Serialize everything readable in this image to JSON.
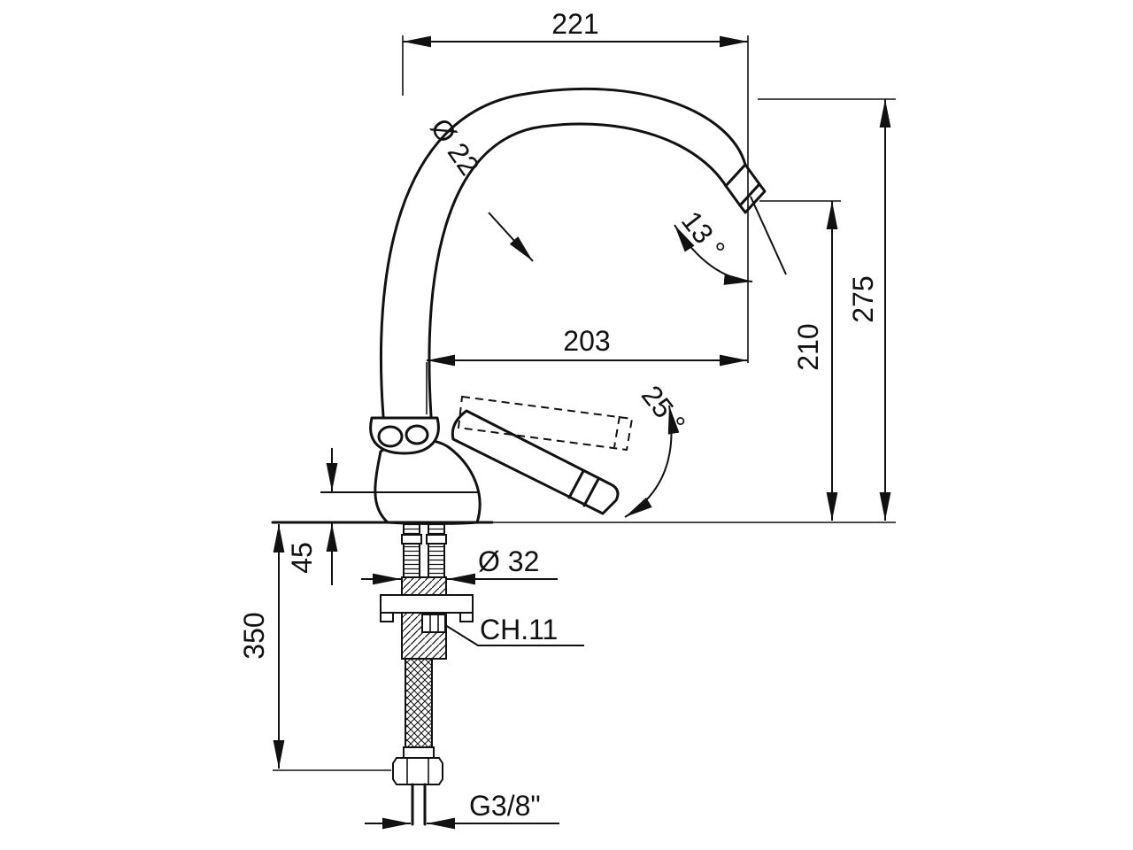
{
  "drawing": {
    "dims": {
      "width_top": "221",
      "spout_diameter": "Ø 22",
      "spout_tilt": "13 °",
      "height_total": "275",
      "height_spout": "210",
      "reach": "203",
      "handle_angle": "25 °",
      "base_height": "45",
      "shank_diameter": "Ø 32",
      "wrench": "CH.11",
      "hose_length": "350",
      "thread": "G3/8\""
    },
    "colors": {
      "ink": "#111111",
      "paper": "#ffffff"
    }
  }
}
